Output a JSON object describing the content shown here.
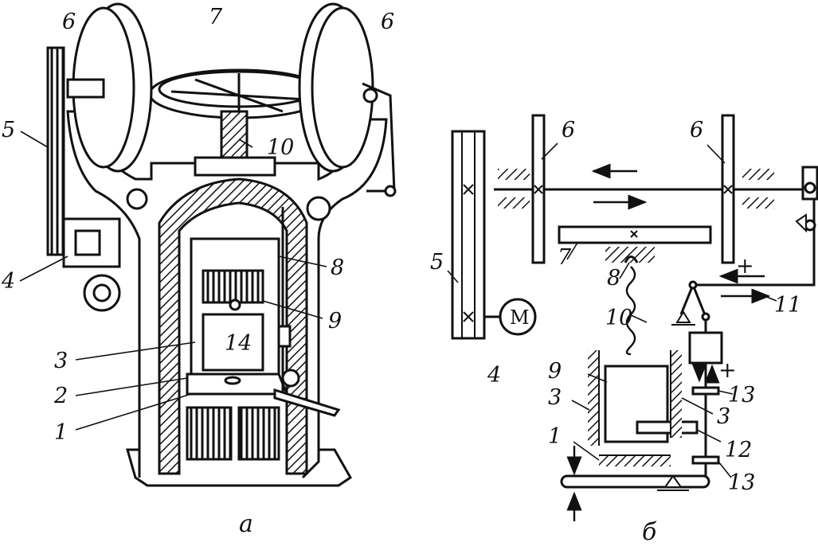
{
  "figure_a": {
    "caption": "а",
    "labels": {
      "l6_left": "6",
      "l7": "7",
      "l6_right": "6",
      "l5": "5",
      "l10": "10",
      "l4": "4",
      "l8": "8",
      "l9": "9",
      "l3": "3",
      "l14": "14",
      "l2": "2",
      "l1": "1"
    }
  },
  "figure_b": {
    "caption": "б",
    "motor": "М",
    "labels": {
      "l6_left": "6",
      "l6_right": "6",
      "l5": "5",
      "l7": "7",
      "l8": "8",
      "l10": "10",
      "l11": "11",
      "l4": "4",
      "l9": "9",
      "l3_left": "3",
      "l3_right": "3",
      "l13_top": "13",
      "l1": "1",
      "l12": "12",
      "l13_bottom": "13",
      "plus_top": "+",
      "plus_mid": "+"
    }
  }
}
